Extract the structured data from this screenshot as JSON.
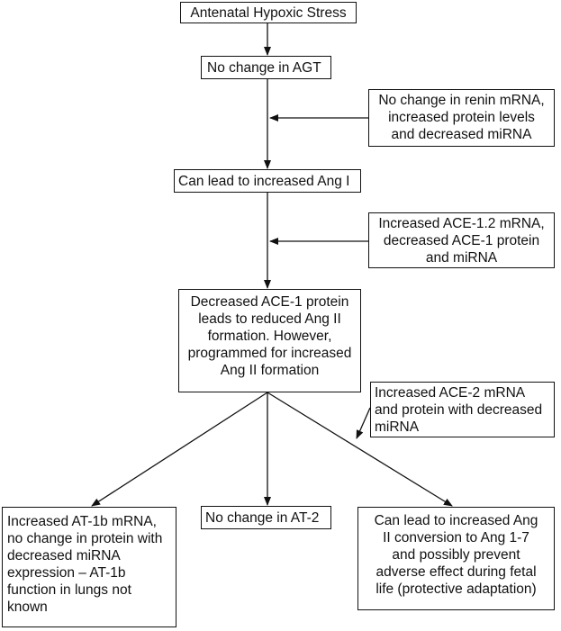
{
  "nodes": {
    "stress": {
      "lines": [
        "Antenatal Hypoxic Stress"
      ]
    },
    "agt": {
      "lines": [
        "No change in AGT"
      ]
    },
    "renin": {
      "lines": [
        "No change in renin mRNA,",
        "increased protein levels",
        " and decreased miRNA"
      ]
    },
    "ang1": {
      "lines": [
        "Can lead to increased Ang I"
      ]
    },
    "ace12": {
      "lines": [
        "Increased ACE-1.2 mRNA,",
        "decreased ACE-1 protein",
        "and  miRNA"
      ]
    },
    "ace1": {
      "lines": [
        "Decreased ACE-1 protein",
        "leads to reduced Ang II",
        "formation. However,",
        "programmed for increased",
        "Ang II formation"
      ]
    },
    "ace2": {
      "lines": [
        "Increased ACE-2 mRNA",
        "and protein with decreased",
        "miRNA"
      ]
    },
    "at1b": {
      "lines": [
        "Increased AT-1b mRNA,",
        "no change in protein with",
        "decreased miRNA",
        "expression – AT-1b",
        "function in lungs not",
        "known"
      ]
    },
    "at2": {
      "lines": [
        "No change in AT-2"
      ]
    },
    "ang17": {
      "lines": [
        "Can lead to increased Ang",
        "II conversion to Ang 1-7",
        "and possibly prevent",
        "adverse effect during fetal",
        "life (protective adaptation)"
      ]
    }
  }
}
